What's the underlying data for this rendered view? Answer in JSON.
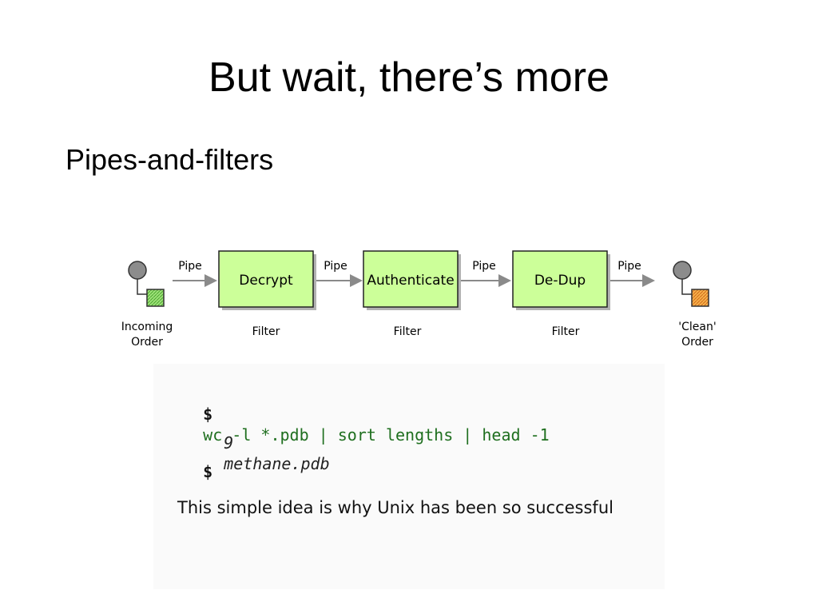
{
  "slide": {
    "title": "But wait, there’s more",
    "bullet": "Pipes-and-filters"
  },
  "diagram": {
    "source": {
      "label_line1": "Incoming",
      "label_line2": "Order",
      "marker_color": "#7fd35a"
    },
    "filters": [
      {
        "name": "Decrypt",
        "type_label": "Filter"
      },
      {
        "name": "Authenticate",
        "type_label": "Filter"
      },
      {
        "name": "De-Dup",
        "type_label": "Filter"
      }
    ],
    "pipe_label": "Pipe",
    "sink": {
      "label_line1": "'Clean'",
      "label_line2": "Order",
      "marker_color": "#f39a1e"
    },
    "filter_fill": "#ccff99",
    "node_fill": "#8c8c8c"
  },
  "terminal": {
    "prompt": "$",
    "command": "wc -l *.pdb | sort lengths | head -1",
    "output_count": "9",
    "output_file": "methane.pdb",
    "prompt2": "$",
    "caption": "This simple idea is why Unix has been so successful"
  }
}
